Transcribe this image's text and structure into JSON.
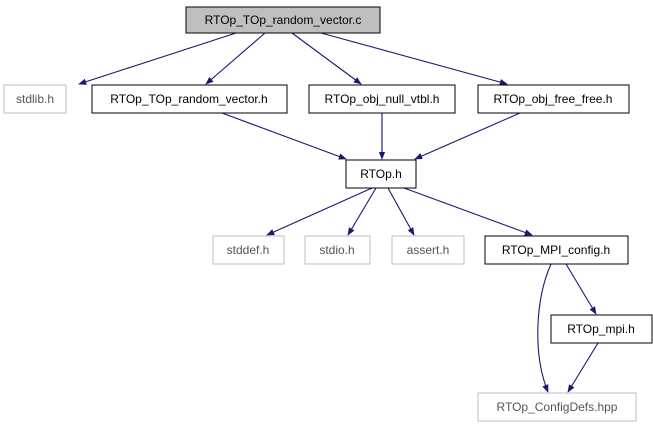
{
  "colors": {
    "edge": "#191970",
    "root_fill": "#bfbfbf",
    "node_border": "#000000",
    "external_border": "#bfbfbf",
    "node_text": "#000000",
    "external_text": "#555555"
  },
  "nodes": {
    "random_vector_c": {
      "label": "RTOp_TOp_random_vector.c",
      "kind": "root"
    },
    "stdlib": {
      "label": "stdlib.h",
      "kind": "external"
    },
    "random_vector_h": {
      "label": "RTOp_TOp_random_vector.h",
      "kind": "header"
    },
    "null_vtbl": {
      "label": "RTOp_obj_null_vtbl.h",
      "kind": "header"
    },
    "free_free": {
      "label": "RTOp_obj_free_free.h",
      "kind": "header"
    },
    "rtop": {
      "label": "RTOp.h",
      "kind": "header"
    },
    "stddef": {
      "label": "stddef.h",
      "kind": "external"
    },
    "stdio": {
      "label": "stdio.h",
      "kind": "external"
    },
    "assert": {
      "label": "assert.h",
      "kind": "external"
    },
    "mpi_config": {
      "label": "RTOp_MPI_config.h",
      "kind": "header"
    },
    "mpi": {
      "label": "RTOp_mpi.h",
      "kind": "header"
    },
    "configdefs": {
      "label": "RTOp_ConfigDefs.hpp",
      "kind": "external"
    }
  },
  "edges": [
    {
      "from": "random_vector_c",
      "to": "stdlib"
    },
    {
      "from": "random_vector_c",
      "to": "random_vector_h"
    },
    {
      "from": "random_vector_c",
      "to": "null_vtbl"
    },
    {
      "from": "random_vector_c",
      "to": "free_free"
    },
    {
      "from": "random_vector_h",
      "to": "rtop"
    },
    {
      "from": "null_vtbl",
      "to": "rtop"
    },
    {
      "from": "free_free",
      "to": "rtop"
    },
    {
      "from": "rtop",
      "to": "stddef"
    },
    {
      "from": "rtop",
      "to": "stdio"
    },
    {
      "from": "rtop",
      "to": "assert"
    },
    {
      "from": "rtop",
      "to": "mpi_config"
    },
    {
      "from": "mpi_config",
      "to": "mpi"
    },
    {
      "from": "mpi_config",
      "to": "configdefs"
    },
    {
      "from": "mpi",
      "to": "configdefs"
    }
  ]
}
